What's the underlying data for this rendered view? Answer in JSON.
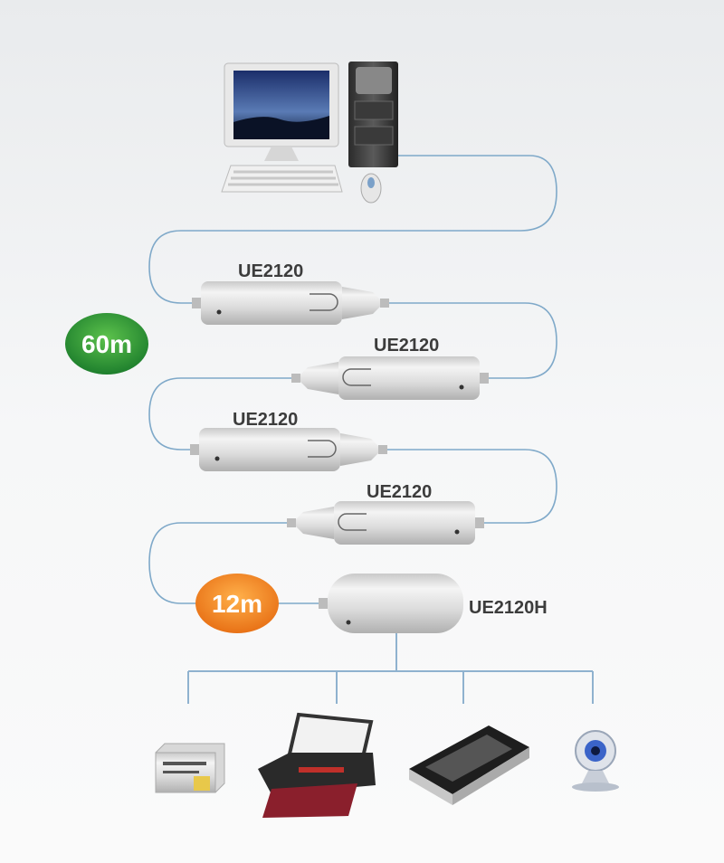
{
  "devices": {
    "extender_1": "UE2120",
    "extender_2": "UE2120",
    "extender_3": "UE2120",
    "extender_4": "UE2120",
    "hub": "UE2120H"
  },
  "badges": {
    "total_distance": "60m",
    "hub_distance": "12m"
  },
  "colors": {
    "green_badge": "#2e9a3a",
    "orange_badge": "#f08a24",
    "cable": "#7fa9c9"
  },
  "icons": [
    "computer-icon",
    "card-reader-icon",
    "printer-icon",
    "scanner-icon",
    "webcam-icon"
  ]
}
